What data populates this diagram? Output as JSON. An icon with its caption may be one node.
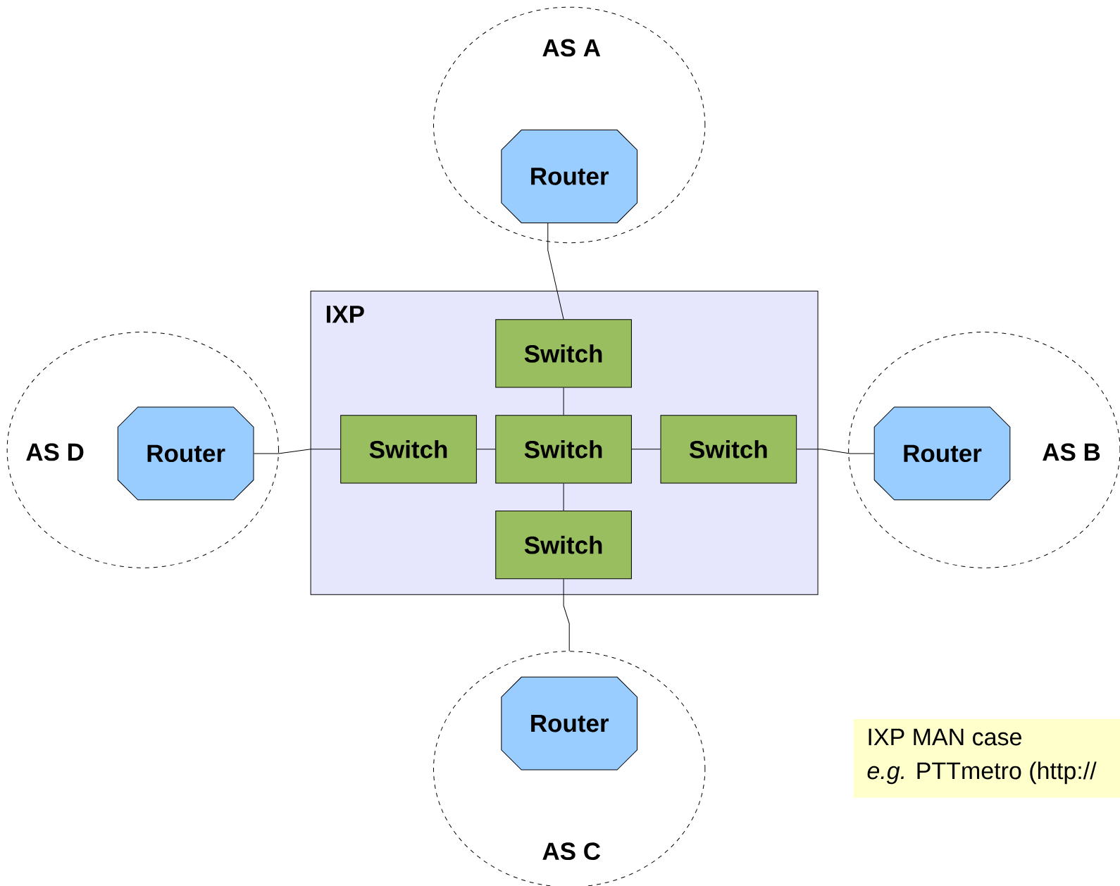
{
  "diagram": {
    "nodes": [
      {
        "text": [
          "AS A"
        ]
      },
      {
        "text": [
          "Router"
        ],
        "in": 0
      },
      {
        "text": [
          "IXP"
        ]
      },
      {
        "text": [
          "Switch"
        ],
        "in": 2
      },
      {
        "text": [
          "AS D"
        ]
      },
      {
        "text": [
          "Router"
        ],
        "in": 4
      },
      {
        "text": [
          "Switch"
        ],
        "in": 2
      },
      {
        "text": [
          "Switch"
        ],
        "in": 2
      },
      {
        "text": [
          "Switch"
        ],
        "in": 2
      },
      {
        "text": [
          "AS B"
        ]
      },
      {
        "text": [
          "Router"
        ],
        "in": 9
      },
      {
        "text": [
          "Switch"
        ],
        "in": 2
      },
      {
        "text": [
          "AS C"
        ]
      },
      {
        "text": [
          "Router"
        ],
        "in": 12
      }
    ],
    "edges": [
      {
        "from": 1,
        "to": 3,
        "arrow": "none"
      },
      {
        "from": 5,
        "to": 6,
        "arrow": "none"
      },
      {
        "from": 6,
        "to": 7,
        "arrow": "none"
      },
      {
        "from": 3,
        "to": 7,
        "arrow": "none"
      },
      {
        "from": 7,
        "to": 8,
        "arrow": "none"
      },
      {
        "from": 8,
        "to": 10,
        "arrow": "none"
      },
      {
        "from": 7,
        "to": 11,
        "arrow": "none"
      },
      {
        "from": 11,
        "to": 12,
        "arrow": "none"
      }
    ],
    "labels": [
      "IXP MAN case",
      "*e.g.* PTTmetro (http://"
    ]
  }
}
